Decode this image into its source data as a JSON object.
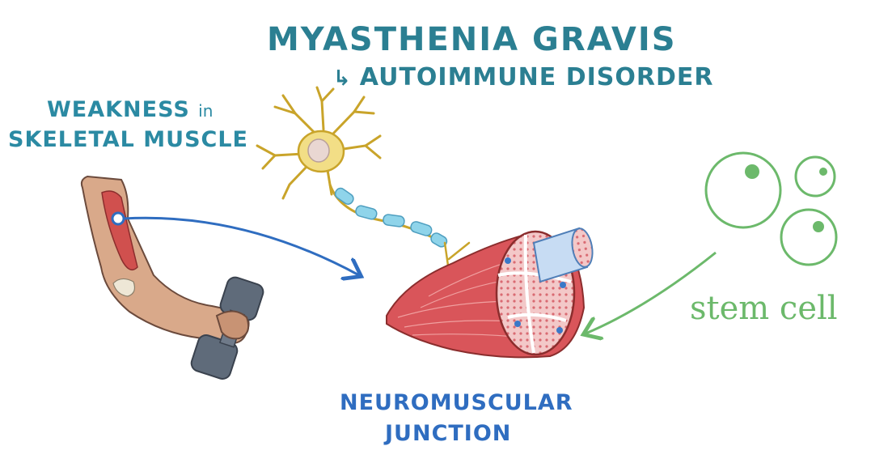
{
  "title": "MYASTHENIA GRAVIS",
  "subtitle": {
    "arrow_icon": "hook-arrow-icon",
    "text": "AUTOIMMUNE DISORDER"
  },
  "weakness_label": {
    "line1_main": "WEAKNESS",
    "line1_small": "in",
    "line2": "SKELETAL MUSCLE"
  },
  "junction_label": {
    "line1": "NEUROMUSCULAR",
    "line2": "JUNCTION"
  },
  "stem_cell_label": "stem cell",
  "colors": {
    "title": "#2b7f92",
    "weakness": "#2b8aa3",
    "junction": "#2f6dc0",
    "stem_cell": "#6cb96b",
    "blue_arrow": "#2f6dc0",
    "green_arrow": "#6cb96b"
  },
  "icons": [
    "arm-with-dumbbell-icon",
    "neuron-icon",
    "muscle-fiber-icon",
    "stem-cell-icon",
    "hook-arrow-icon"
  ]
}
